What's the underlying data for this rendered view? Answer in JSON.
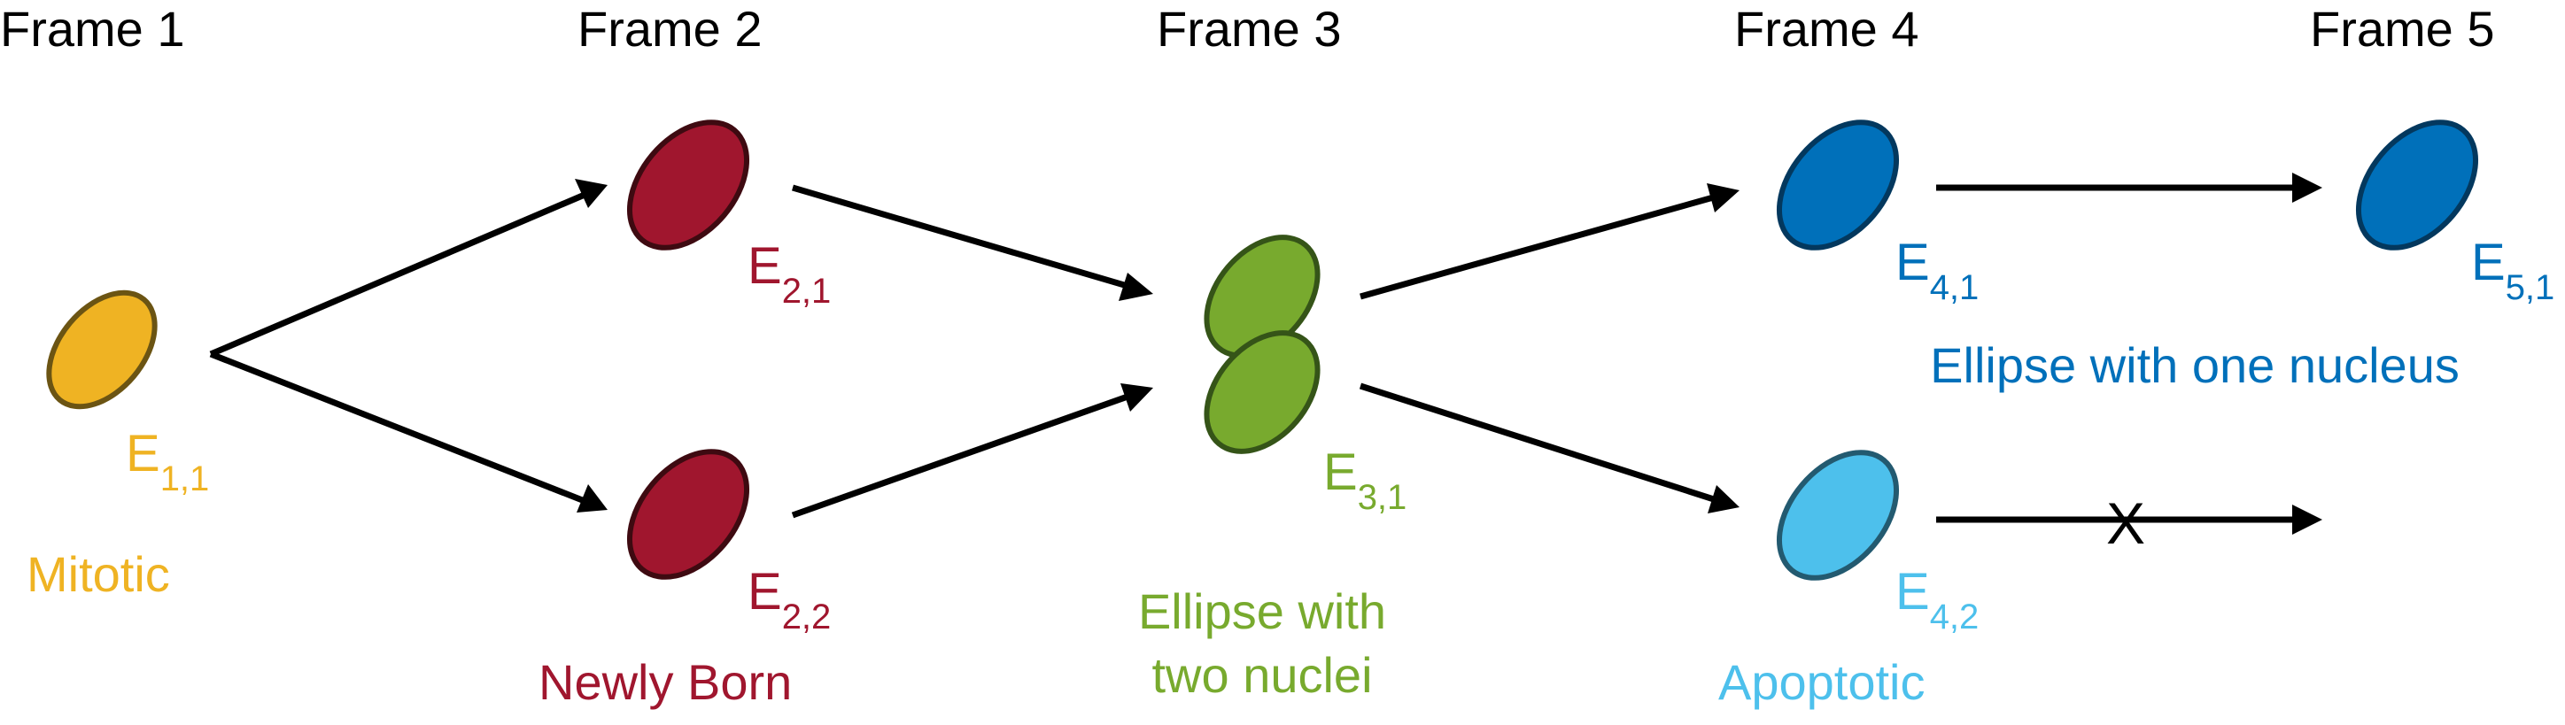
{
  "frames": [
    "Frame 1",
    "Frame 2",
    "Frame 3",
    "Frame 4",
    "Frame 5"
  ],
  "colors": {
    "mitotic": "#EFB323",
    "newly_born": "#A0162E",
    "two_nuclei": "#78AA2E",
    "one_nucleus": "#0070BA",
    "apoptotic": "#4DC0EC",
    "arrow": "#000000"
  },
  "ellipses": {
    "e11": {
      "letter": "E",
      "sub": "1,1"
    },
    "e21": {
      "letter": "E",
      "sub": "2,1"
    },
    "e22": {
      "letter": "E",
      "sub": "2,2"
    },
    "e31": {
      "letter": "E",
      "sub": "3,1"
    },
    "e41": {
      "letter": "E",
      "sub": "4,1"
    },
    "e42": {
      "letter": "E",
      "sub": "4,2"
    },
    "e51": {
      "letter": "E",
      "sub": "5,1"
    }
  },
  "captions": {
    "mitotic": "Mitotic",
    "newly_born": "Newly Born",
    "two_nuclei_line1": "Ellipse with",
    "two_nuclei_line2": "two nuclei",
    "one_nucleus": "Ellipse with one nucleus",
    "apoptotic": "Apoptotic"
  },
  "terminated_marker": "X"
}
